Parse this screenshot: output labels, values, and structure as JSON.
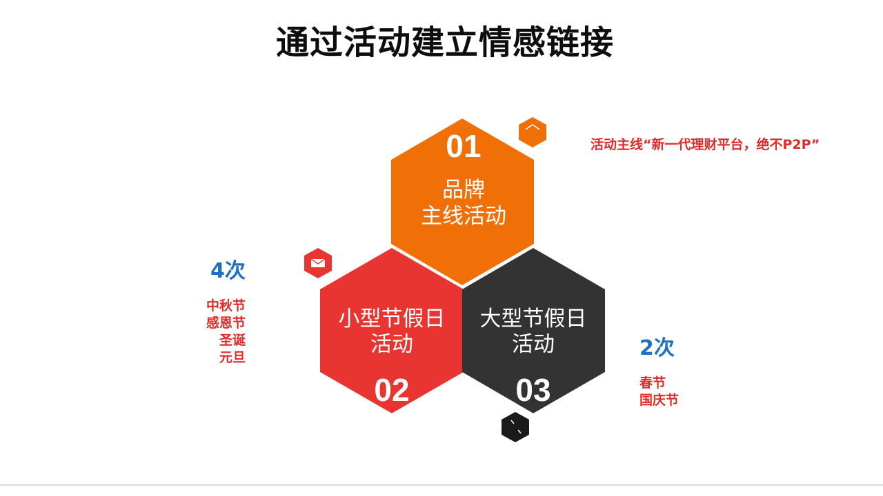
{
  "title": "通过活动建立情感链接",
  "hexes": [
    {
      "number": "01",
      "line1": "品牌",
      "line2": "主线活动",
      "color": "#f07007"
    },
    {
      "number": "02",
      "line1": "小型节假日",
      "line2": "活动",
      "color": "#e83532"
    },
    {
      "number": "03",
      "line1": "大型节假日",
      "line2": "活动",
      "color": "#333333"
    }
  ],
  "icons": {
    "top": {
      "name": "chevron-up-icon",
      "color": "#f07007"
    },
    "left": {
      "name": "envelope-icon",
      "color": "#e83532"
    },
    "bottom": {
      "name": "slash-icon",
      "color": "#1a1a1a"
    }
  },
  "notes": {
    "top_right": "活动主线“新一代理财平台，绝不P2P”",
    "left_count": "4次",
    "left_items": [
      "中秋节",
      "感恩节",
      "圣诞",
      "元旦"
    ],
    "right_count": "2次",
    "right_items": [
      "春节",
      "国庆节"
    ]
  },
  "colors": {
    "red_text": "#e02b2b",
    "blue_text": "#1f6fc3"
  }
}
